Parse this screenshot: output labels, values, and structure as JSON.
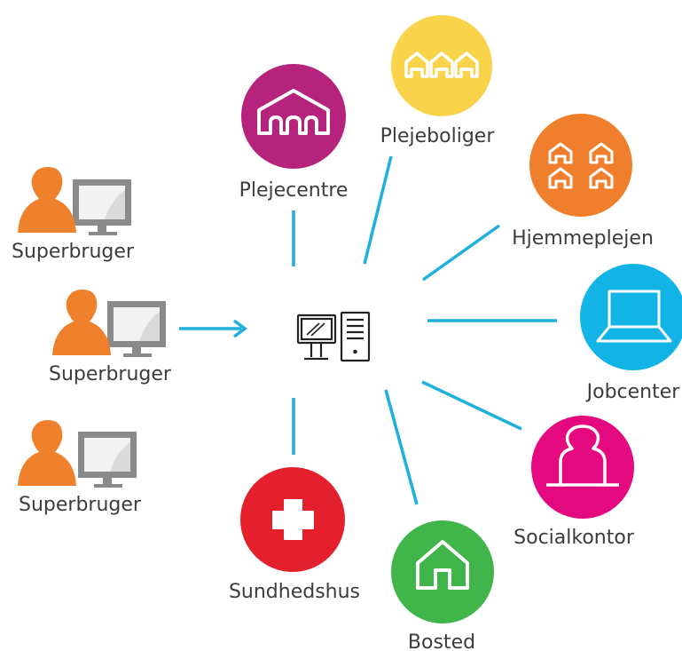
{
  "users": [
    {
      "label": "Superbruger",
      "icon": "user-computer-icon"
    },
    {
      "label": "Superbruger",
      "icon": "user-computer-icon"
    },
    {
      "label": "Superbruger",
      "icon": "user-computer-icon"
    }
  ],
  "hub": {
    "icon": "desktop-computer-icon"
  },
  "nodes": [
    {
      "label": "Plejecentre",
      "icon": "care-center-icon",
      "color": "#b5237d"
    },
    {
      "label": "Plejeboliger",
      "icon": "row-houses-icon",
      "color": "#f9d44a"
    },
    {
      "label": "Hjemmeplejen",
      "icon": "houses-grid-icon",
      "color": "#f07f2d"
    },
    {
      "label": "Jobcenter",
      "icon": "laptop-icon",
      "color": "#12b4e5"
    },
    {
      "label": "Socialkontor",
      "icon": "person-desk-icon",
      "color": "#e5097f"
    },
    {
      "label": "Bosted",
      "icon": "house-icon",
      "color": "#3fb54a"
    },
    {
      "label": "Sundhedshus",
      "icon": "health-cross-icon",
      "color": "#e3202b"
    }
  ],
  "colors": {
    "connector": "#1fb0de",
    "user_orange": "#f0812c",
    "monitor_gray": "#8a8a8a",
    "text": "#3c3c3c"
  }
}
